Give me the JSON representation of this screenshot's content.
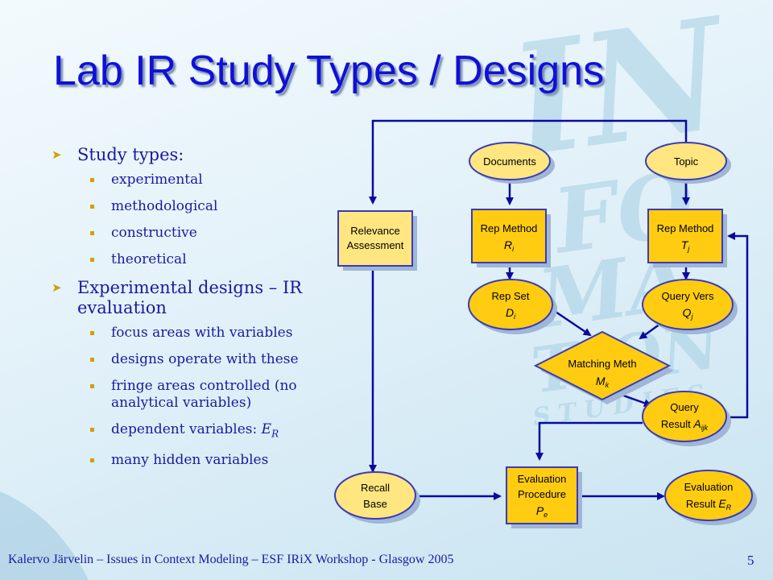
{
  "slide": {
    "title": "Lab IR Study Types / Designs",
    "bullets": [
      {
        "text": "Study types:",
        "items": [
          "experimental",
          "methodological",
          "constructive",
          "theoretical"
        ]
      },
      {
        "text": "Experimental designs – IR evaluation",
        "items": [
          "focus areas with variables",
          "designs operate with these",
          "fringe areas controlled (no analytical variables)",
          "dependent variables: ",
          "many hidden variables"
        ],
        "er_symbol": "E",
        "er_sub": "R"
      }
    ],
    "footer": "Kalervo Järvelin – Issues in Context Modeling – ESF IRiX Workshop - Glasgow 2005",
    "page_number": "5",
    "background_letters": [
      "IN",
      "FO",
      "MA",
      "TION",
      "STUDIES"
    ]
  },
  "diagram": {
    "documents": "Documents",
    "topic": "Topic",
    "relevance_line1": "Relevance",
    "relevance_line2": "Assessment",
    "rep_method_left": "Rep Method",
    "rep_method_left_sym": "R",
    "rep_method_left_sub": "i",
    "rep_method_right": "Rep Method",
    "rep_method_right_sym": "T",
    "rep_method_right_sub": "j",
    "rep_set": "Rep Set",
    "rep_set_sym": "D",
    "rep_set_sub": "i",
    "query_vers": "Query Vers",
    "query_vers_sym": "Q",
    "query_vers_sub": "j",
    "matching": "Matching Meth",
    "matching_sym": "M",
    "matching_sub": "k",
    "query_result_line1": "Query",
    "query_result_line2": "Result ",
    "query_result_sym": "A",
    "query_result_sub": "ijk",
    "recall_line1": "Recall",
    "recall_line2": "Base",
    "eval_proc_line1": "Evaluation",
    "eval_proc_line2": "Procedure",
    "eval_proc_sym": "P",
    "eval_proc_sub": "e",
    "eval_result_line1": "Evaluation",
    "eval_result_line2": "Result ",
    "eval_result_sym": "E",
    "eval_result_sub": "R"
  },
  "colors": {
    "title": "#1010d8",
    "bullet_text": "#1a1aa0",
    "bullet_marker": "#d1a000",
    "node_fill": "#ffe680",
    "box_fill": "#ffcc11",
    "node_stroke": "#3a3ab8",
    "arrow": "#0a0a9c"
  }
}
